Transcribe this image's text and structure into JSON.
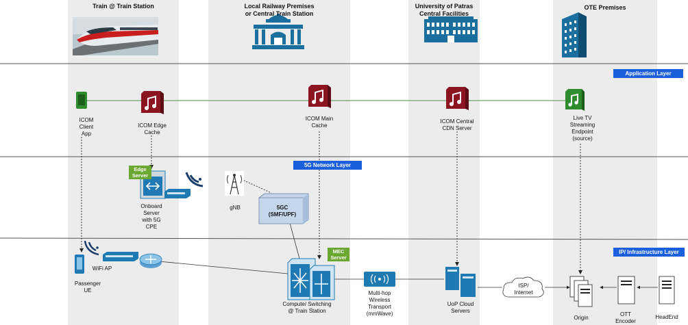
{
  "headers": {
    "train": "Train @ Train Station",
    "railway": "Local Railway Premises\nor Central Train Station",
    "upatras": "University of Patras\nCentral Facilities",
    "ote": "OTE Premises"
  },
  "layers": {
    "application": "Application Layer",
    "network": "5G Network Layer",
    "ip": "IP/ Infrastructure Layer"
  },
  "nodes": {
    "client_app": "ICOM\nClient\nApp",
    "edge_cache": "ICOM Edge\nCache",
    "main_cache": "ICOM Main\nCache",
    "cdn_server": "ICOM Central\nCDN Server",
    "live_tv": "Live TV\nStreaming\nEndpoint\n(source)",
    "edge_server_badge": "Edge\nServer",
    "onboard_server": "Onboard\nServer\nwith 5G\nCPE",
    "gnb": "gNB",
    "core_5g": "5GC\n(SMF/UPF)",
    "mec_badge": "MEC\nServer",
    "wifi_ap": "WiFi AP",
    "passenger_ue": "Passenger\nUE",
    "compute_switching": "Compute/ Switching\n@ Train Station",
    "mmwave": "Multi-hop\nWireless\nTransport\n(mmWave)",
    "uop_cloud": "UoP Cloud\nServers",
    "isp": "ISP/\nInternet",
    "origin": "Origin",
    "ott_encoder": "OTT\nEncoder",
    "headend": "HeadEnd"
  },
  "colors": {
    "column_bg": "#ececec",
    "layer_badge": "#1a5fdc",
    "green_badge": "#6aa832",
    "cache_red": "#8b1520",
    "app_green": "#2e8b2e",
    "building_blue": "#1a6f9e",
    "device_blue": "#1f7ab3"
  },
  "icons": {
    "train": "high-speed-train-photo",
    "building": "building-icon",
    "cache": "music-file-icon",
    "antenna": "cell-tower-icon",
    "wifi": "wifi-icon",
    "router": "router-icon",
    "switch": "switch-icon",
    "server": "server-icon",
    "cloud": "cloud-icon"
  }
}
